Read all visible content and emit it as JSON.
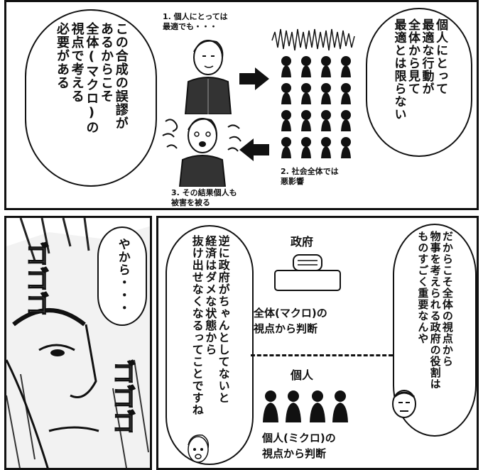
{
  "panel_top": {
    "right_balloon": "個人にとって\n最適な行動が\n全体から見て\n最適とは限らない",
    "left_balloon": "この合成の誤謬が\nあるからこそ\n全体(マクロ)の\n視点で考える\n必要がある",
    "caption1": "1. 個人にとっては\n最適でも・・・",
    "caption2": "2. 社会全体では\n悪影響",
    "caption3": "3. その結果個人も\n被害を被る"
  },
  "panel_bottom": {
    "right_balloon": "だからこそ全体の視点から\n物事を考えられる政府の役割は\nものすごく重要なんや",
    "middle_balloon": "逆に政府がちゃんとしてないと\n経済はダメな状態から\n抜け出せなくなるってことですね",
    "left_balloon": "やから・・・",
    "sfx": "ゴゴゴ",
    "gov_label": "政府",
    "gov_text": "全体(マクロ)の\n視点から判断",
    "indiv_label": "個人",
    "indiv_text": "個人(ミクロ)の\n視点から判断"
  }
}
